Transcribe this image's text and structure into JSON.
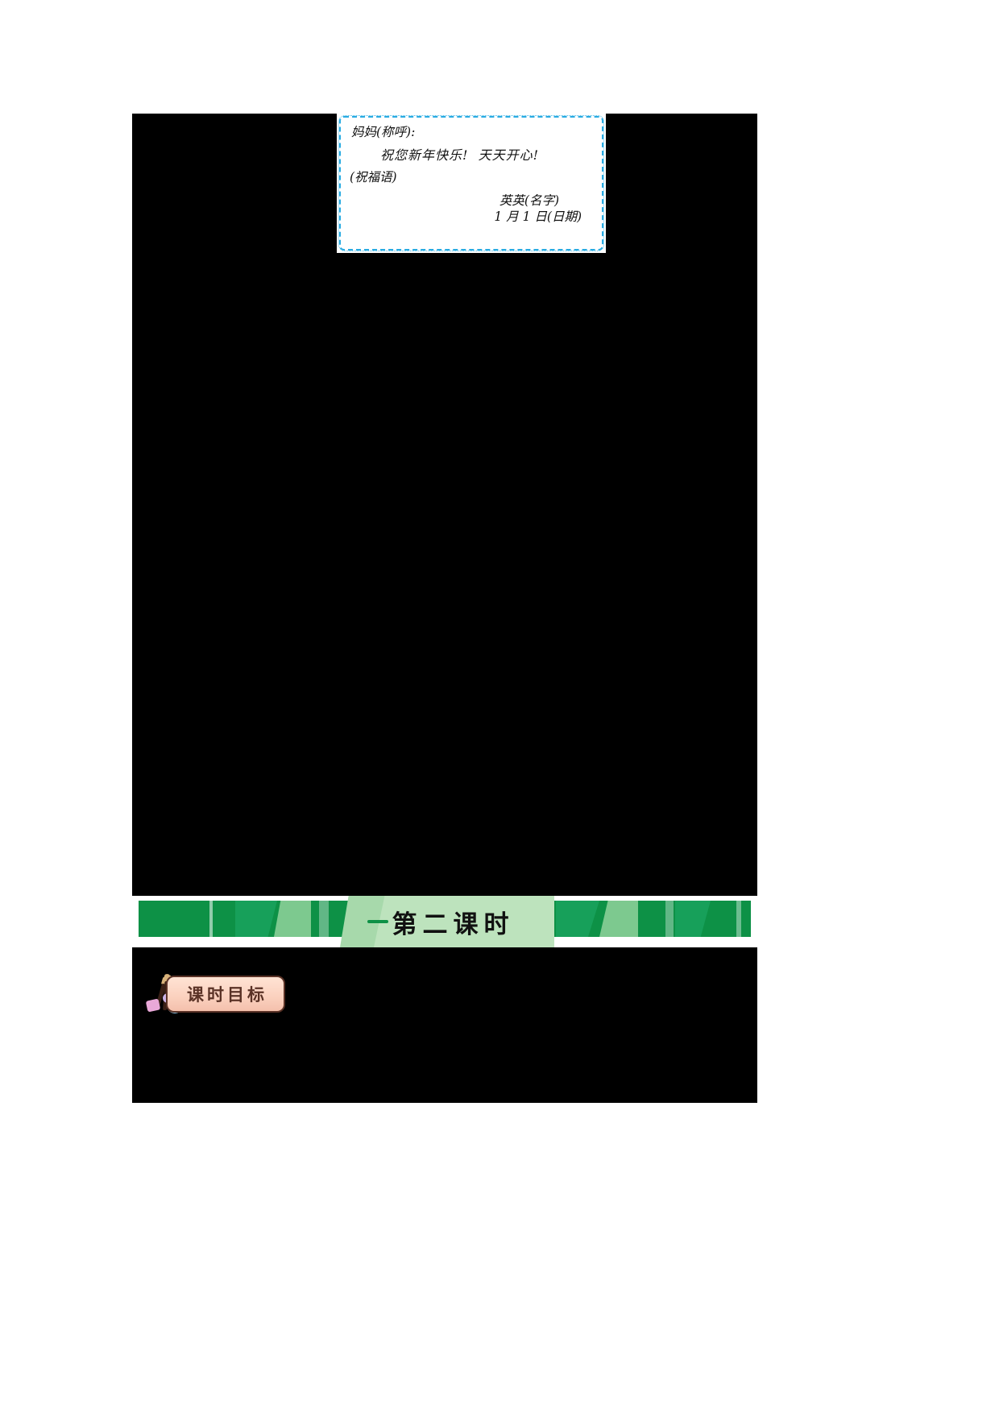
{
  "document": {
    "page_background": "#ffffff",
    "content_block_color": "#000000"
  },
  "greeting_card": {
    "name": "new-year-greeting-card",
    "border_color": "#29ABE2",
    "background": "#ffffff",
    "lines": {
      "salutation": "妈妈(称呼):",
      "wish": "祝您新年快乐!  天天开心!",
      "wish_label": "(祝福语)",
      "signature": "英英(名字)",
      "date": "1 月 1 日(日期)"
    }
  },
  "section_banner": {
    "name": "lesson-period-banner",
    "title": "第二课时",
    "bar_color": "#0d9146",
    "accent_color": "#7dc98f",
    "panel_color": "#bde3bd"
  },
  "objective_badge": {
    "name": "lesson-objective-badge",
    "label": "课时目标",
    "text_color": "#5a3226",
    "fill_start": "#ffe3d4",
    "fill_end": "#f4c0ac",
    "icons": [
      "paintbrush-icon",
      "paint-blob-icon"
    ]
  }
}
